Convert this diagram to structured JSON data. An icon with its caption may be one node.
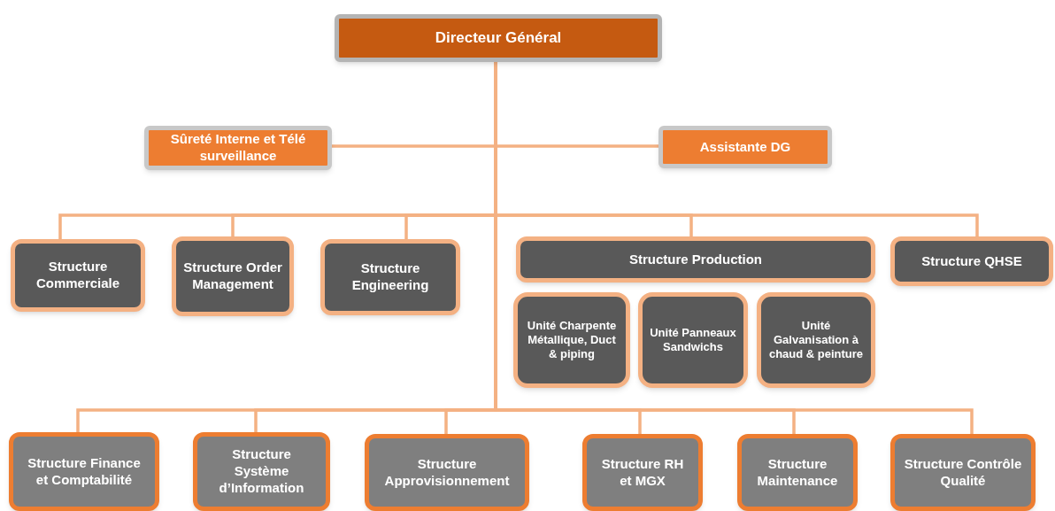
{
  "diagram": {
    "nodes": [
      {
        "text": [
          "Directeur Général"
        ]
      },
      {
        "text": [
          "Sûreté Interne et Télé surveillance"
        ]
      },
      {
        "text": [
          "Assistante DG"
        ]
      },
      {
        "text": [
          "Structure Commerciale"
        ]
      },
      {
        "text": [
          "Structure Order Management"
        ]
      },
      {
        "text": [
          "Structure Engineering"
        ]
      },
      {
        "text": [
          "Structure Production"
        ]
      },
      {
        "text": [
          "Structure QHSE"
        ]
      },
      {
        "text": [
          "Unité Charpente Métallique, Duct & piping"
        ]
      },
      {
        "text": [
          "Unité Panneaux Sandwichs"
        ]
      },
      {
        "text": [
          "Unité Galvanisation à chaud & peinture"
        ]
      },
      {
        "text": [
          "Structure Finance et Comptabilité"
        ]
      },
      {
        "text": [
          "Structure Système d’Information"
        ]
      },
      {
        "text": [
          "Structure Approvisionnement"
        ]
      },
      {
        "text": [
          "Structure RH et MGX"
        ]
      },
      {
        "text": [
          "Structure Maintenance"
        ]
      },
      {
        "text": [
          "Structure Contrôle Qualité"
        ]
      }
    ],
    "edges": [
      {
        "from": 0,
        "to": 1,
        "arrow": "none"
      },
      {
        "from": 0,
        "to": 2,
        "arrow": "none"
      },
      {
        "from": 0,
        "to": 3,
        "arrow": "none"
      },
      {
        "from": 0,
        "to": 4,
        "arrow": "none"
      },
      {
        "from": 0,
        "to": 5,
        "arrow": "none"
      },
      {
        "from": 0,
        "to": 6,
        "arrow": "none"
      },
      {
        "from": 0,
        "to": 7,
        "arrow": "none"
      },
      {
        "from": 0,
        "to": 11,
        "arrow": "none"
      },
      {
        "from": 0,
        "to": 12,
        "arrow": "none"
      },
      {
        "from": 0,
        "to": 13,
        "arrow": "none"
      },
      {
        "from": 0,
        "to": 14,
        "arrow": "none"
      },
      {
        "from": 0,
        "to": 15,
        "arrow": "none"
      },
      {
        "from": 0,
        "to": 16,
        "arrow": "none"
      }
    ]
  }
}
